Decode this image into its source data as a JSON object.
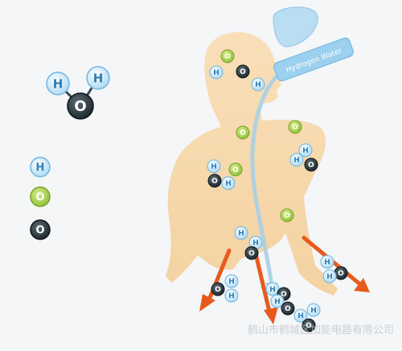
{
  "colors": {
    "background": "#f4f6f8",
    "body": "#f7d9ad",
    "water_stream": "#a7cfe6",
    "hydrogen_fill": "#bfe3f7",
    "hydrogen_stroke": "#6fb7e0",
    "oxygen_green_fill": "#a6cf47",
    "oxygen_dark_fill": "#233238",
    "arrow": "#e85a1c"
  },
  "atoms": {
    "hydrogen": "H",
    "oxygen": "O"
  },
  "bottle": {
    "label": "Hydrogen Water"
  },
  "watermark": {
    "text": "鹤山市鹤城区加能电器有限公司"
  }
}
